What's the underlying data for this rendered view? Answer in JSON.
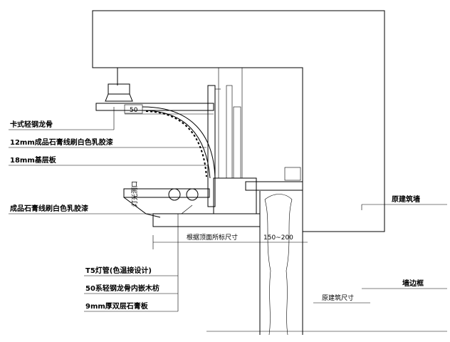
{
  "labels": {
    "light_steel_keel": "卡式轻钢龙骨",
    "gypsum_line_12mm": "12mm成品石膏线刷白色乳胶漆",
    "base_board_18mm": "18mm基层板",
    "gypsum_line": "成品石膏线刷白色乳胶漆",
    "t5_tube": "T5灯管(色温接设计)",
    "keel_wood": "50系轻钢龙骨内嵌木枋",
    "gypsum_board_9mm": "9mm厚双层石膏板",
    "original_wall": "原建筑墙",
    "wall_frame": "墙边框",
    "original_size": "原建筑尺寸",
    "ceiling_size": "根据顶面所标尺寸",
    "dim_50": "50",
    "dim_150_200": "150~200",
    "vertical_note": "灯光测口"
  }
}
